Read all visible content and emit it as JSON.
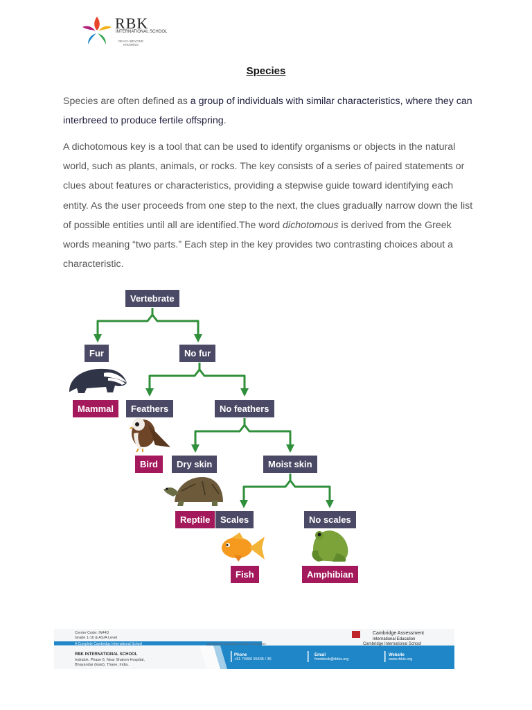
{
  "logo": {
    "name": "RBK",
    "sub": "INTERNATIONAL SCHOOL",
    "tagline": "REACH BEYOND KNOWING"
  },
  "title": "Species",
  "intro": {
    "part1": "Species are often defined as ",
    "highlight": "a group of individuals with similar characteristics, where they can interbreed to produce fertile offspring",
    "end": "."
  },
  "body": {
    "before": "A dichotomous key is a tool that can be used to identify organisms or objects in the natural world, such as plants, animals, or rocks. The key consists of a series of paired statements or clues about features or characteristics, providing a stepwise guide toward identifying each entity. As the user proceeds from one step to the next, the clues gradually narrow down the list of possible entities until all are identified.The word ",
    "italic": "dichotomous",
    "after": " is derived from the Greek words meaning “two parts.” Each step in the key provides two contrasting choices about a characteristic."
  },
  "key": {
    "vertebrate": "Vertebrate",
    "fur": "Fur",
    "no_fur": "No fur",
    "mammal": "Mammal",
    "feathers": "Feathers",
    "no_feathers": "No feathers",
    "bird": "Bird",
    "dry_skin": "Dry skin",
    "moist_skin": "Moist skin",
    "reptile": "Reptile",
    "scales": "Scales",
    "no_scales": "No scales",
    "fish": "Fish",
    "amphibian": "Amphibian"
  },
  "footer": {
    "centre_code": "Centre Code: IN443",
    "grades": "Grade 1-10  & AS/A Level",
    "complete": "A Complete Cambridge International School",
    "managed": "Managed by Bahubhai Karekar Foundation",
    "cambridge": "Cambridge Assessment",
    "cambridge2": "International Education",
    "cambridge_school": "Cambridge International School",
    "school": "RBK INTERNATIONAL SCHOOL",
    "address1": "Indralok, Phase 6, Near Shalom Hospital,",
    "address2": "Bhayandar (East), Thane, India.",
    "phone_label": "Phone",
    "phone": "+91 74000 95435 / 36",
    "email_label": "Email",
    "email": "frontdesk@rbkis.org",
    "website_label": "Website",
    "website": "www.rbkis.org"
  },
  "colors": {
    "question_box": "#4b4a66",
    "result_box": "#a3195b",
    "arrow": "#2f8f3a",
    "footer_blue": "#1f86c8"
  }
}
